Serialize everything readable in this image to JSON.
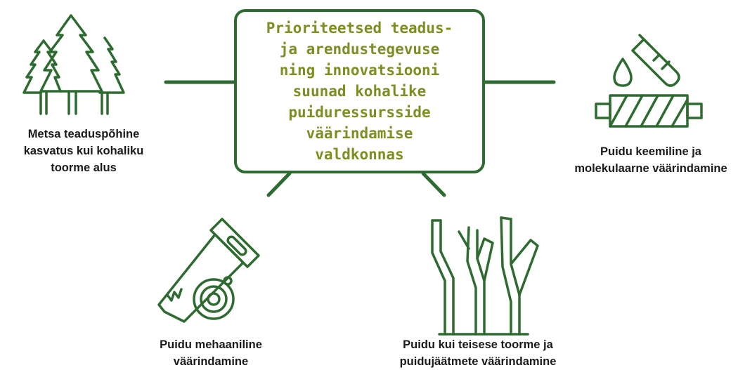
{
  "center": {
    "title": "Prioriteetsed teadus-\nja arendustegevuse\nning innovatsiooni\nsuunad kohalike\npuiduressursside\nväärindamise\nvaldkonnas"
  },
  "nodes": [
    {
      "label": "Metsa teaduspõhine\nkasvatus kui kohaliku\ntoorme alus",
      "icon": "trees-icon"
    },
    {
      "label": "Puidu keemiline ja\nmolekulaarne väärindamine",
      "icon": "test-tube-wood-icon"
    },
    {
      "label": "Puidu mehaaniline\nväärindamine",
      "icon": "saw-icon"
    },
    {
      "label": "Puidu kui teisese toorme ja\npuidujäätmete väärindamine",
      "icon": "tree-trunks-icon"
    }
  ],
  "colors": {
    "primary_green": "#2e6b30",
    "title_olive": "#7b8f22",
    "label_text": "#1a1a1a"
  }
}
